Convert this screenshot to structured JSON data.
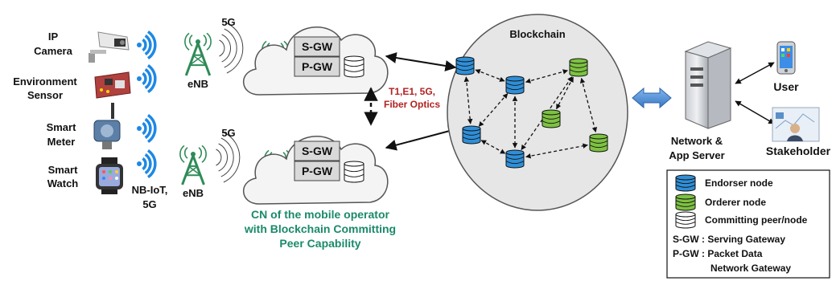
{
  "devices": {
    "ip_camera": [
      "IP",
      "Camera"
    ],
    "environment_sensor": [
      "Environment",
      "Sensor"
    ],
    "smart_meter": [
      "Smart",
      "Meter"
    ],
    "smart_watch": [
      "Smart",
      "Watch"
    ],
    "access_tech": [
      "NB-IoT,",
      "5G"
    ]
  },
  "enb_top": {
    "label": "eNB",
    "band": "5G"
  },
  "enb_bottom": {
    "label": "eNB",
    "band": "5G"
  },
  "gateways": {
    "sgw": "S-GW",
    "pgw": "P-GW"
  },
  "link_label": [
    "T1,E1, 5G,",
    "Fiber Optics"
  ],
  "cn_caption": [
    "CN of the mobile operator",
    "with Blockchain Committing",
    "Peer Capability"
  ],
  "blockchain": {
    "title": "Blockchain"
  },
  "server": {
    "label": [
      "Network &",
      "App  Server"
    ]
  },
  "user": {
    "label": "User"
  },
  "stakeholder": {
    "label": "Stakeholder"
  },
  "legend": {
    "endorser": "Endorser node",
    "orderer": "Orderer node",
    "committing": "Committing peer/node",
    "sgw_def": "S-GW : Serving Gateway",
    "pgw_def": [
      "P-GW : Packet Data",
      "Network Gateway"
    ]
  },
  "colors": {
    "endorser": "#2f8fd8",
    "orderer": "#7dc242",
    "committing": "#ffffff",
    "signal": "#1e88e5",
    "tower": "#2e8b57",
    "caption": "#1a8a6a",
    "link_label": "#b22222",
    "server_arrow": "#4a8fd6"
  }
}
